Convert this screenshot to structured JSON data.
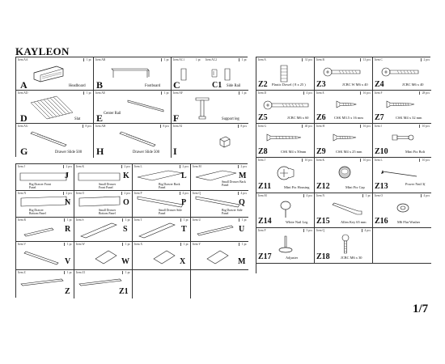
{
  "document": {
    "title": "KAYLEON",
    "page_number": "1/7"
  },
  "left_top": [
    {
      "item": "Item AA",
      "qty": "1 pc",
      "letter": "A",
      "name": "Headboard",
      "icon": "headboard-icon"
    },
    {
      "item": "Item AB",
      "qty": "1 pc",
      "letter": "B",
      "name": "Footboard",
      "icon": "footboard-icon"
    },
    {
      "item": "Item AC1",
      "qty": "1 pc",
      "item2": "Item AC2",
      "qty2": "1 pc",
      "letter": "C",
      "letter2": "C1",
      "name": "Side Rail",
      "icon": "side-rail-icon"
    },
    {
      "item": "Item AD",
      "qty": "1 pc",
      "letter": "D",
      "name": "Slat",
      "icon": "slat-roll-icon"
    },
    {
      "item": "Item AE",
      "qty": "1 pc",
      "letter": "E",
      "name": "Center Rail",
      "icon": "center-rail-icon"
    },
    {
      "item": "Item AF",
      "qty": "1 pc",
      "letter": "F",
      "name": "Support leg",
      "icon": "support-leg-icon"
    },
    {
      "item": "Item AG",
      "qty": "8 pcs",
      "letter": "G",
      "name": "Drawer Slide 500",
      "icon": "drawer-slide-icon"
    },
    {
      "item": "Item AH",
      "qty": "8 pcs",
      "letter": "H",
      "name": "Drawer Slide 500",
      "icon": "drawer-slide-icon"
    },
    {
      "item": "Item AI",
      "qty": "8 pcs",
      "letter": "I",
      "name": "",
      "icon": "block-icon"
    }
  ],
  "left_bottom": [
    {
      "item": "Item J",
      "qty": "2 pcs",
      "letter": "J",
      "name": "Big Drawer Front Panel"
    },
    {
      "item": "Item K",
      "qty": "2 pcs",
      "letter": "K",
      "name": "Small Drawer Front Panel"
    },
    {
      "item": "Item L",
      "qty": "2 pcs",
      "letter": "L",
      "name": "Big Drawer Back Panel"
    },
    {
      "item": "Item M",
      "qty": "2 pcs",
      "letter": "M",
      "name": "Small Drawer Back Panel"
    },
    {
      "item": "Item N",
      "qty": "2 pcs",
      "letter": "N",
      "name": "Big Drawer Bottom Panel"
    },
    {
      "item": "Item O",
      "qty": "2 pcs",
      "letter": "O",
      "name": "Small Drawer Bottom Panel"
    },
    {
      "item": "Item P",
      "qty": "4 pcs",
      "letter": "P",
      "name": "Small Drawer Side Panel"
    },
    {
      "item": "Item Q",
      "qty": "4 pcs",
      "letter": "Q",
      "name": "Big Drawer Side Panel"
    },
    {
      "item": "Item R",
      "qty": "1 pc",
      "letter": "R",
      "name": ""
    },
    {
      "item": "Item S",
      "qty": "1 pc",
      "letter": "S",
      "name": ""
    },
    {
      "item": "Item T",
      "qty": "1 pc",
      "letter": "T",
      "name": ""
    },
    {
      "item": "Item U",
      "qty": "1 pc",
      "letter": "U",
      "name": ""
    },
    {
      "item": "Item V",
      "qty": "1 pc",
      "letter": "V",
      "name": ""
    },
    {
      "item": "Item W",
      "qty": "1 pc",
      "letter": "W",
      "name": ""
    },
    {
      "item": "Item X",
      "qty": "1 pc",
      "letter": "X",
      "name": ""
    },
    {
      "item": "Item Y",
      "qty": "1 pc",
      "letter": "M",
      "name": ""
    },
    {
      "item": "Item Z",
      "qty": "1 pc",
      "letter": "Z",
      "name": ""
    },
    {
      "item": "Item Z1",
      "qty": "1 pc",
      "letter": "Z1",
      "name": ""
    }
  ],
  "hardware": [
    {
      "item": "Item A",
      "qty": "31 pcs",
      "letter": "Z2",
      "name": "Plastic Dowel ( 8 x 25 )",
      "icon": "dowel-icon"
    },
    {
      "item": "Item B",
      "qty": "13 pcs",
      "letter": "Z3",
      "name": "JCBC W M6 x 40",
      "icon": "bolt-icon"
    },
    {
      "item": "Item C",
      "qty": "2 pcs",
      "letter": "Z4",
      "name": "JCBC M6 x 40",
      "icon": "bolt-icon"
    },
    {
      "item": "Item D",
      "qty": "4 pcs",
      "letter": "Z5",
      "name": "JCBC M6 x 60",
      "icon": "bolt-icon"
    },
    {
      "item": "Item E",
      "qty": "16 pcs",
      "letter": "Z6",
      "name": "CSK M3.5 x 16 mm",
      "icon": "screw-icon"
    },
    {
      "item": "Item F",
      "qty": "28 pcs",
      "letter": "Z7",
      "name": "CSK M4 x 32 mm",
      "icon": "screw-icon"
    },
    {
      "item": "Item G",
      "qty": "40 pcs",
      "letter": "Z8",
      "name": "CSK M4 x 50mm",
      "icon": "screw-icon"
    },
    {
      "item": "Item H",
      "qty": "16 pcs",
      "letter": "Z9",
      "name": "CSK M4 x 25 mm",
      "icon": "screw-icon"
    },
    {
      "item": "Item I",
      "qty": "10 pcs",
      "letter": "Z10",
      "name": "Mini Fix Bolt",
      "icon": "minifix-bolt-icon"
    },
    {
      "item": "Item J",
      "qty": "10 pcs",
      "letter": "Z11",
      "name": "Mini Fix Housing",
      "icon": "cam-lock-icon"
    },
    {
      "item": "Item K",
      "qty": "10 pcs",
      "letter": "Z12",
      "name": "Mini Fix Cap",
      "icon": "cap-icon"
    },
    {
      "item": "Item L",
      "qty": "10 pcs",
      "letter": "Z13",
      "name": "Power Nail 3(",
      "icon": "nail-icon"
    },
    {
      "item": "Item M",
      "qty": "4 pcs",
      "letter": "Z14",
      "name": "White Nail Leg",
      "icon": "nail-leg-icon"
    },
    {
      "item": "Item N",
      "qty": "1 pc",
      "letter": "Z15",
      "name": "Allen Key 65 mm",
      "icon": "allen-key-icon"
    },
    {
      "item": "Item O",
      "qty": "4 pcs",
      "letter": "Z16",
      "name": "M6 Flat Washer",
      "icon": "washer-icon"
    },
    {
      "item": "Item P",
      "qty": "3 pcs",
      "letter": "Z17",
      "name": "Adjuster",
      "icon": "adjuster-icon"
    },
    {
      "item": "Item Q",
      "qty": "4 pcs",
      "letter": "Z18",
      "name": "JCBC M6 x 30",
      "icon": "bolt-icon"
    }
  ]
}
